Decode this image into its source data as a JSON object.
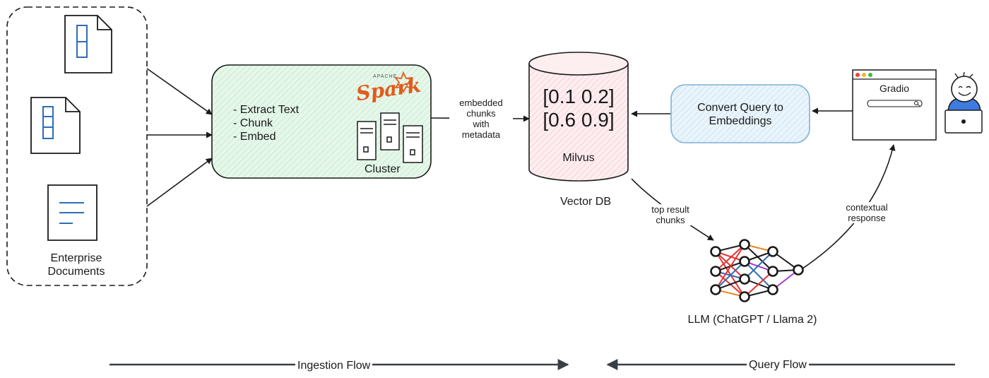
{
  "documents": {
    "label_line1": "Enterprise",
    "label_line2": "Documents"
  },
  "processing": {
    "steps": [
      "- Extract Text",
      "- Chunk",
      "- Embed"
    ],
    "logo_text": "Spark",
    "logo_small_text": "APACHE",
    "cluster_label": "Cluster"
  },
  "edge_ingest": {
    "line1": "embedded",
    "line2": "chunks",
    "line3": "with",
    "line4": "metadata"
  },
  "vector_db": {
    "vector_line1": "[0.1 0.2]",
    "vector_line2": "[0.6 0.9]",
    "name": "Milvus",
    "caption": "Vector DB"
  },
  "query_embed": {
    "line1": "Convert Query to",
    "line2": "Embeddings"
  },
  "gradio": {
    "title": "Gradio"
  },
  "edge_results": {
    "line1": "top result",
    "line2": "chunks"
  },
  "edge_response": {
    "line1": "contextual",
    "line2": "response"
  },
  "llm": {
    "caption": "LLM (ChatGPT / Llama 2)"
  },
  "flows": {
    "ingestion": "Ingestion Flow",
    "query": "Query Flow"
  },
  "colors": {
    "process_fill": "#e3f6e7",
    "db_fill": "#fbe3e6",
    "query_fill": "#e2f0fa",
    "query_border": "#7fb2d6",
    "doc_accent": "#2f6db4",
    "spark_orange": "#e25a1c",
    "user_shirt": "#3d7be0"
  }
}
